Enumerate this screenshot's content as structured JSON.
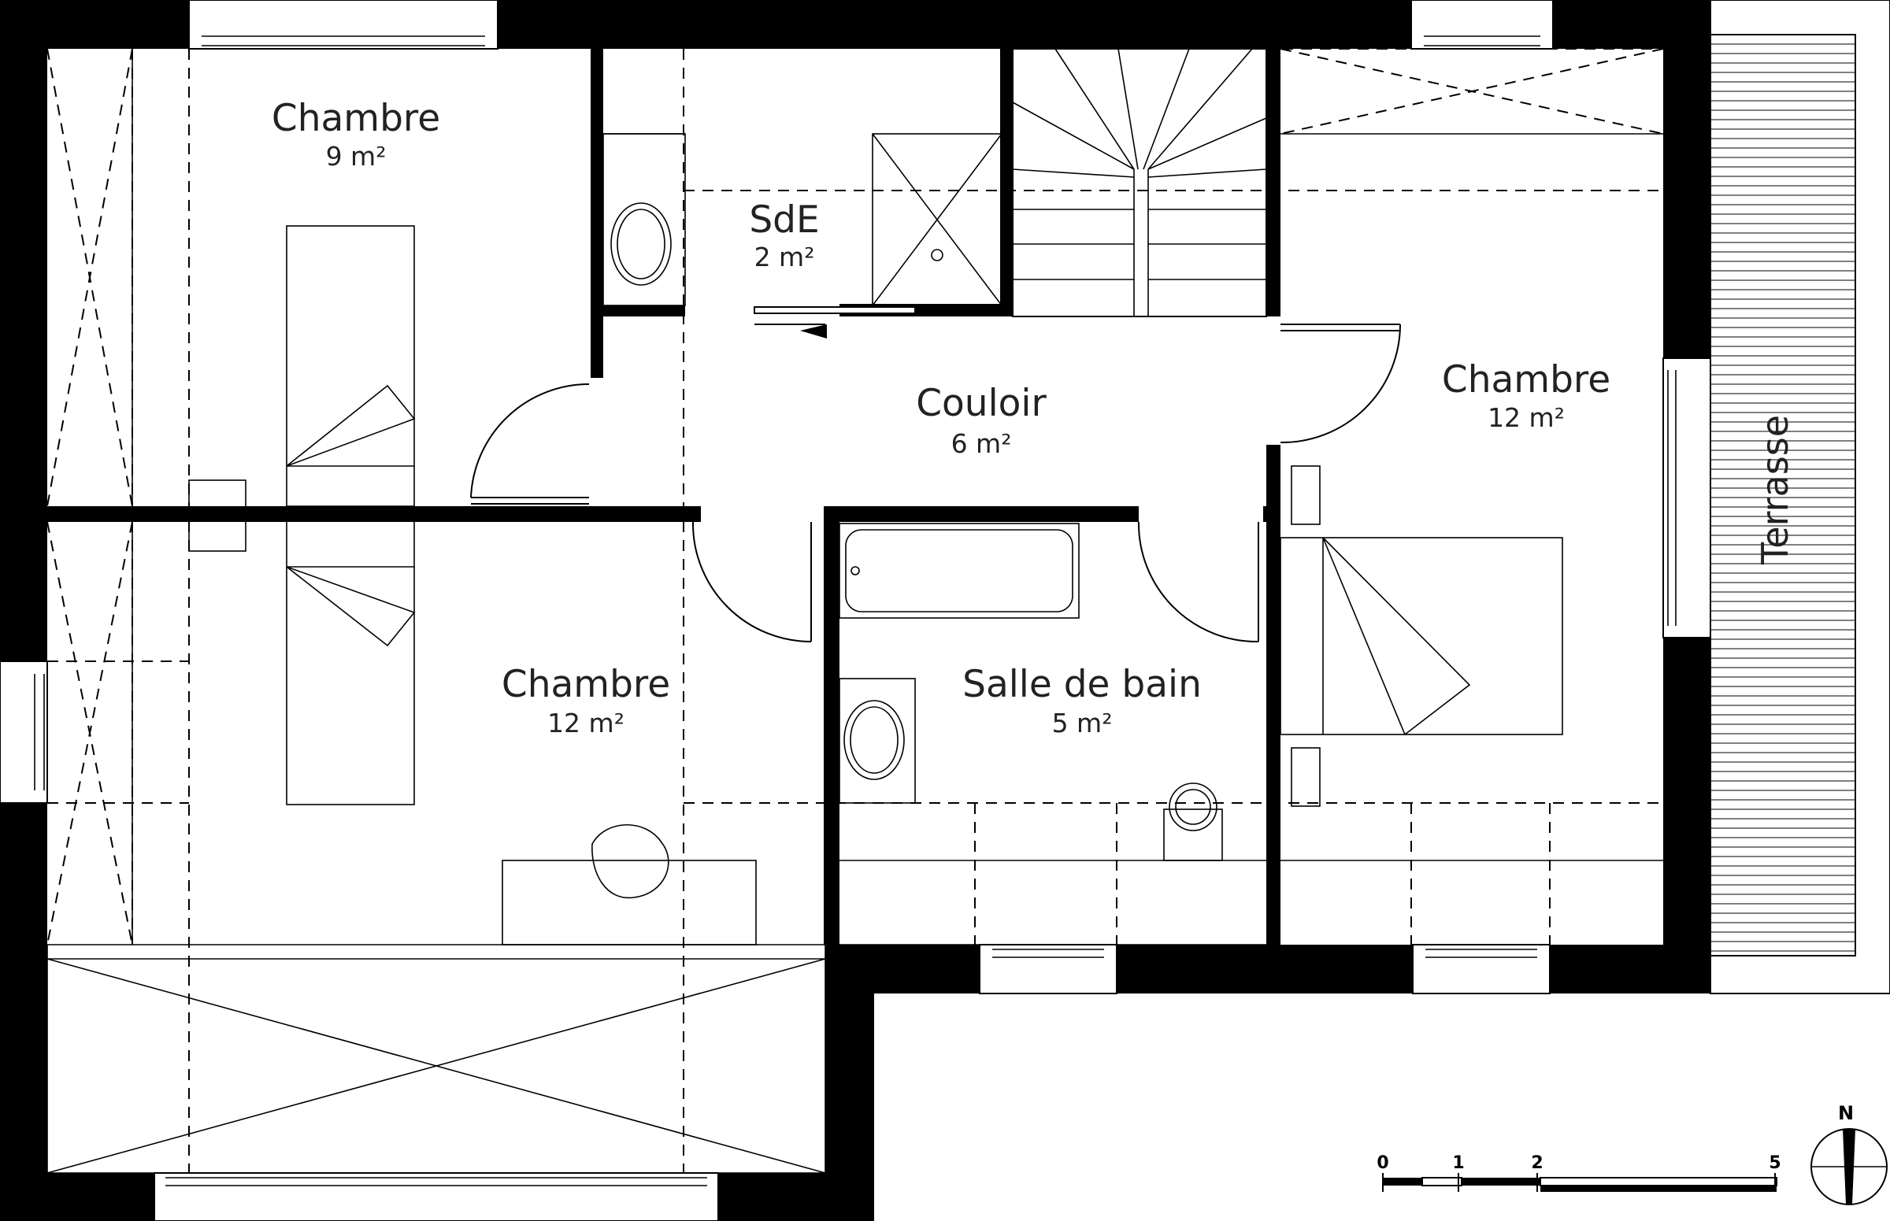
{
  "rooms": {
    "chambre_nw": {
      "name": "Chambre",
      "area": "9 m²"
    },
    "sde": {
      "name": "SdE",
      "area": "2 m²"
    },
    "couloir": {
      "name": "Couloir",
      "area": "6 m²"
    },
    "chambre_e": {
      "name": "Chambre",
      "area": "12 m²"
    },
    "chambre_sw": {
      "name": "Chambre",
      "area": "12 m²"
    },
    "salle_de_bain": {
      "name": "Salle de bain",
      "area": "5 m²"
    }
  },
  "terrace": {
    "label": "Terrasse"
  },
  "scale_bar": {
    "ticks": [
      "0",
      "1",
      "2",
      "5"
    ]
  },
  "compass": {
    "label": "N"
  }
}
